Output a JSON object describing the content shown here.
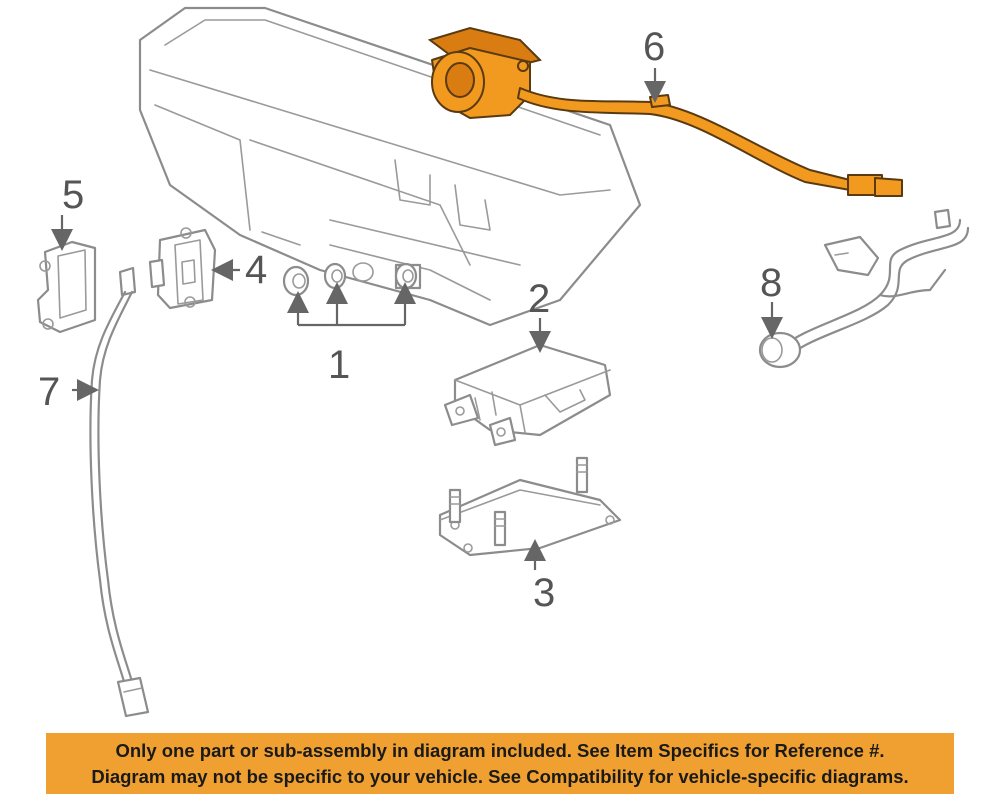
{
  "callouts": {
    "c1": "1",
    "c2": "2",
    "c3": "3",
    "c4": "4",
    "c5": "5",
    "c6": "6",
    "c7": "7",
    "c8": "8"
  },
  "highlight_color": "#f29a1f",
  "banner": {
    "line1": "Only one part or sub-assembly in diagram included. See Item Specifics for Reference #.",
    "line2": "Diagram may not be specific to your vehicle. See Compatibility for vehicle-specific diagrams.",
    "background": "#f0a030"
  }
}
